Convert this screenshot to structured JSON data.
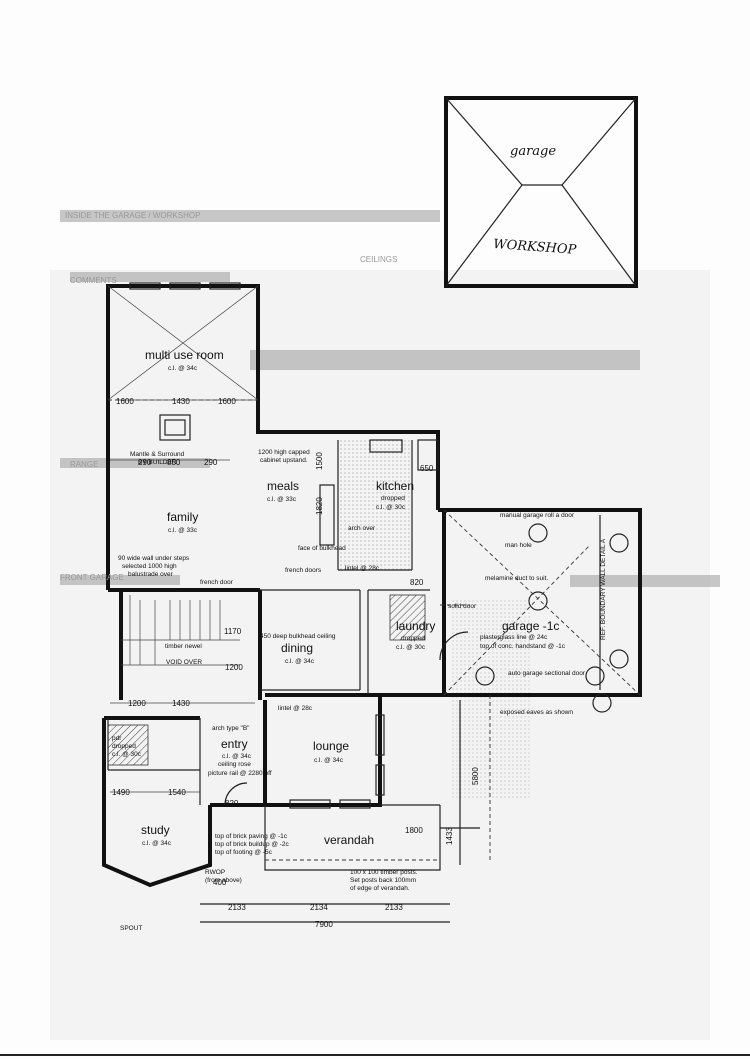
{
  "roof_plan": {
    "garage_label": "garage",
    "workshop_label": "WORKSHOP"
  },
  "faint": {
    "heading1": "INSIDE THE GARAGE / WORKSHOP",
    "heading2": "CEILINGS",
    "heading3": "COMMENTS",
    "heading4": "RANGE",
    "heading5": "FRONT GARAGE"
  },
  "rooms": {
    "multi_use": {
      "name": "multi use room",
      "ceiling": "c.l. @ 34c"
    },
    "family": {
      "name": "family",
      "ceiling": "c.l. @ 33c"
    },
    "meals": {
      "name": "meals",
      "ceiling": "c.l. @ 33c"
    },
    "kitchen": {
      "name": "kitchen",
      "note1": "dropped",
      "ceiling": "c.l. @ 30c"
    },
    "dining": {
      "name": "dining",
      "ceiling": "c.l. @ 34c"
    },
    "laundry": {
      "name": "laundry",
      "note1": "dropped",
      "ceiling": "c.l. @ 30c"
    },
    "garage": {
      "name": "garage -1c",
      "note1": "plasterglass line @ 24c",
      "note2": "top of conc. handstand @ -1c"
    },
    "entry": {
      "name": "entry",
      "ceiling": "c.l. @ 34c",
      "note1": "ceiling rose",
      "note2": "picture rail @ 2280 off"
    },
    "lounge": {
      "name": "lounge",
      "ceiling": "c.l. @ 34c"
    },
    "study": {
      "name": "study",
      "ceiling": "c.l. @ 34c"
    },
    "pdr": {
      "name": "pdr",
      "note1": "dropped",
      "ceiling": "c.l. @ 30c"
    },
    "verandah": {
      "name": "verandah"
    }
  },
  "notes": {
    "mantle1": "Mantle & Surround",
    "mantle2": "BY BUILDER",
    "cabinet1": "1200 high capped",
    "cabinet2": "cabinet upstand.",
    "stairs1": "90 wide wall under steps",
    "stairs2": "selected 1000 high",
    "stairs3": "balustrade over",
    "face_bulkhead": "face of bulkhead",
    "arch_over": "arch over",
    "lintel_kitchen": "lintel @ 28c",
    "french_doors": "french doors",
    "deep_bulkhead": "450 deep bulkhead ceiling",
    "french_door": "french door",
    "timber_newel": "timber newel",
    "void_over": "VOID OVER",
    "arch_type": "arch type \"B\"",
    "lintel_lounge": "lintel @ 28c",
    "garage_door": "manual garage roll a door",
    "man_hole": "man hole",
    "melamine": "melamine duct to suit.",
    "solid_door": "solid door",
    "sectional_door": "auto garage sectional door",
    "exposed_eaves": "exposed eaves as shown",
    "paving": "top of brick paving @ -1c",
    "brick": "top of brick buildup @ -2c",
    "footing": "top of footing @ -5c",
    "timber_posts": "100 x 100 timber posts.",
    "set_posts": "Set posts back 100mm",
    "edge_verandah": "of edge of verandah.",
    "rwop": "RWOP",
    "from_above": "(from above)",
    "spout": "SPOUT",
    "boundary_wall": "REF. BOUNDARY WALL DETAIL A"
  },
  "dims": {
    "d1": "1600",
    "d2": "1430",
    "d3": "1600",
    "d4": "290",
    "d5": "850",
    "d6": "290",
    "d7": "1200",
    "d8": "1430",
    "d9": "1490",
    "d10": "1540",
    "d11": "1200",
    "d12": "1170",
    "d13": "2133",
    "d14": "2134",
    "d15": "2133",
    "d16": "7900",
    "d17": "1800",
    "d18": "5800",
    "d19": "1500",
    "d20": "1820",
    "d21": "650",
    "d22": "820",
    "d23": "820",
    "d24": "400",
    "d25": "1433"
  }
}
